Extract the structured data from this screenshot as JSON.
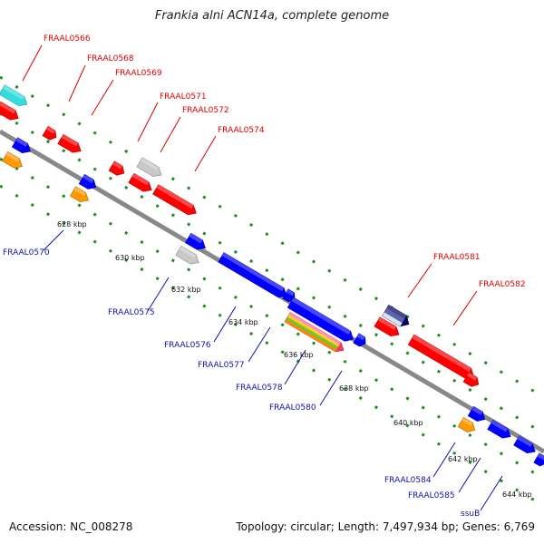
{
  "title": "Frankia alni ACN14a, complete genome",
  "footer": {
    "accession": "Accession: NC_008278",
    "summary": "Topology: circular; Length: 7,497,934 bp; Genes: 6,769"
  },
  "kbp_ticks": [
    "628 kbp",
    "630 kbp",
    "632 kbp",
    "634 kbp",
    "636 kbp",
    "638 kbp",
    "640 kbp",
    "642 kbp",
    "644 kbp"
  ],
  "forward_labels": [
    "FRAAL0566",
    "FRAAL0568",
    "FRAAL0569",
    "FRAAL0571",
    "FRAAL0572",
    "FRAAL0574",
    "FRAAL0581",
    "FRAAL0582"
  ],
  "reverse_labels": [
    "FRAAL0570",
    "FRAAL0575",
    "FRAAL0576",
    "FRAAL0577",
    "FRAAL0578",
    "FRAAL0580",
    "FRAAL0584",
    "FRAAL0585",
    "ssuB"
  ],
  "colors": {
    "forward_label": "#dd0000",
    "reverse_label": "#1111aa",
    "forward_gene": "#ff0000",
    "reverse_gene": "#0000ff",
    "backbone": "#888888",
    "dots": "#228b22",
    "gray_gene": "#c8c8c8",
    "orange_gene": "#ff9900",
    "cyan_gene": "#33dddd",
    "navy_gene": "#000066"
  }
}
